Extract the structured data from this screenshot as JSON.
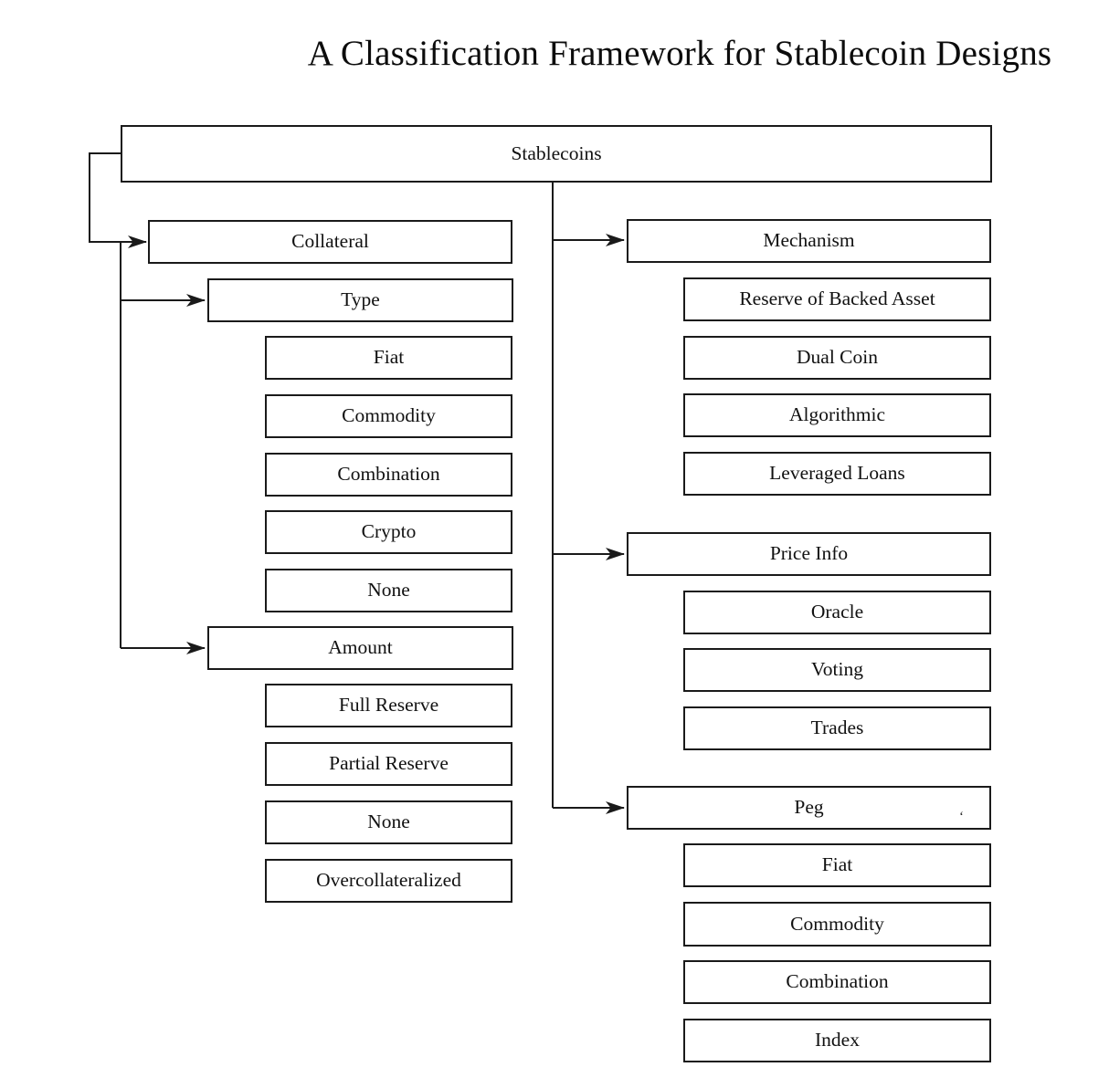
{
  "title": "A Classification Framework for Stablecoin Designs",
  "root": {
    "label": "Stablecoins"
  },
  "collateral": {
    "label": "Collateral",
    "type": {
      "label": "Type",
      "children": [
        "Fiat",
        "Commodity",
        "Combination",
        "Crypto",
        "None"
      ]
    },
    "amount": {
      "label": "Amount",
      "children": [
        "Full Reserve",
        "Partial Reserve",
        "None",
        "Overcollateralized"
      ]
    }
  },
  "mechanism": {
    "label": "Mechanism",
    "children": [
      "Reserve of Backed Asset",
      "Dual Coin",
      "Algorithmic",
      "Leveraged Loans"
    ]
  },
  "price_info": {
    "label": "Price Info",
    "children": [
      "Oracle",
      "Voting",
      "Trades"
    ]
  },
  "peg": {
    "label": "Peg",
    "children": [
      "Fiat",
      "Commodity",
      "Combination",
      "Index"
    ],
    "stray_mark": "‘"
  },
  "colors": {
    "line": "#1a1a1a",
    "background": "#ffffff"
  }
}
